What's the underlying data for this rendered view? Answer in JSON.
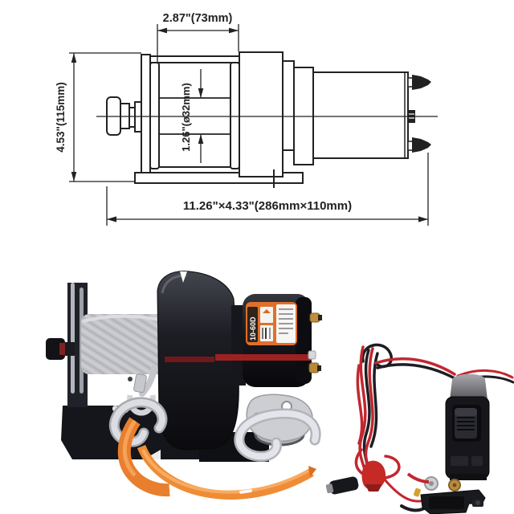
{
  "meta": {
    "background": "#ffffff",
    "subject": "electric winch technical drawing and product photo"
  },
  "drawing": {
    "line_color": "#222222",
    "dim_top": "2.87\"(73mm)",
    "dim_left": "4.53\"(115mm)",
    "dim_core": "1.26\"(ø32mm)",
    "dim_overall": "11.26\"×4.33\"(286mm×110mm)"
  },
  "photo": {
    "motor_label": "10-60D",
    "colors": {
      "winch_body": "#16171c",
      "rope": "#c5c6ca",
      "label_orange": "#e0702a",
      "stripe_red": "#9c2222",
      "strap_orange": "#ee8330",
      "wire_red": "#c22730",
      "wire_black": "#1d1d22",
      "terminal_brass": "#bf8e3e",
      "metal_silver": "#d6d7db"
    }
  }
}
